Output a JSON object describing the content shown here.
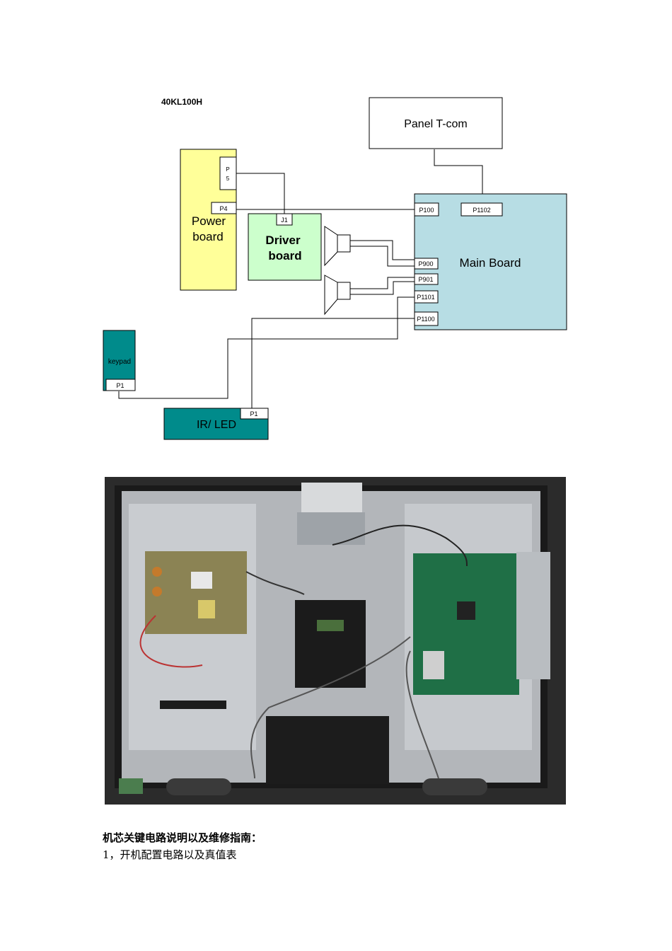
{
  "diagram": {
    "model_label": "40KL100H",
    "panel": {
      "label": "Panel T-com"
    },
    "power_board": {
      "label_line1": "Power",
      "label_line2": "board",
      "port_p5_line1": "P",
      "port_p5_line2": "5",
      "port_p4": "P4"
    },
    "driver_board": {
      "label_line1": "Driver",
      "label_line2": "board",
      "port_j1": "J1"
    },
    "main_board": {
      "label": "Main Board",
      "ports": {
        "p100": "P100",
        "p1102": "P1102",
        "p900": "P900",
        "p901": "P901",
        "p1101": "P1101",
        "p1100": "P1100"
      }
    },
    "keypad": {
      "label": "keypad",
      "port": "P1"
    },
    "ir_led": {
      "label": "IR/ LED",
      "port": "P1"
    },
    "colors": {
      "power_board": "#ffff99",
      "driver_board": "#ccffcc",
      "main_board": "#b7dde4",
      "keypad": "#008b8b",
      "ir_led": "#008b8b"
    }
  },
  "photo": {
    "subject": "tv-chassis-interior-photo"
  },
  "text": {
    "heading": "机芯关键电路说明以及维修指南：",
    "subheading": "1，开机配置电路以及真值表"
  }
}
